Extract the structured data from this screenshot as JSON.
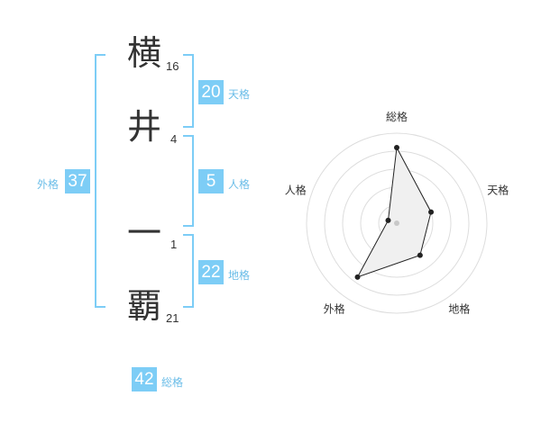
{
  "name_chars": [
    {
      "char": "横",
      "strokes": "16"
    },
    {
      "char": "井",
      "strokes": "4"
    },
    {
      "char": "一",
      "strokes": "1"
    },
    {
      "char": "覇",
      "strokes": "21"
    }
  ],
  "kakusu": {
    "tenkaku": {
      "value": "20",
      "label": "天格"
    },
    "jinkaku": {
      "value": "5",
      "label": "人格"
    },
    "chikaku": {
      "value": "22",
      "label": "地格"
    },
    "gaikaku": {
      "value": "37",
      "label": "外格"
    },
    "soukaku": {
      "value": "42",
      "label": "総格"
    }
  },
  "colors": {
    "accent": "#7dcdf6",
    "label": "#6bbde8",
    "text": "#333333"
  },
  "chart_data": {
    "type": "radar",
    "axes": [
      "総格",
      "天格",
      "地格",
      "外格",
      "人格"
    ],
    "values": [
      42,
      20,
      22,
      37,
      5
    ],
    "rings": 5,
    "ring_labels": []
  }
}
